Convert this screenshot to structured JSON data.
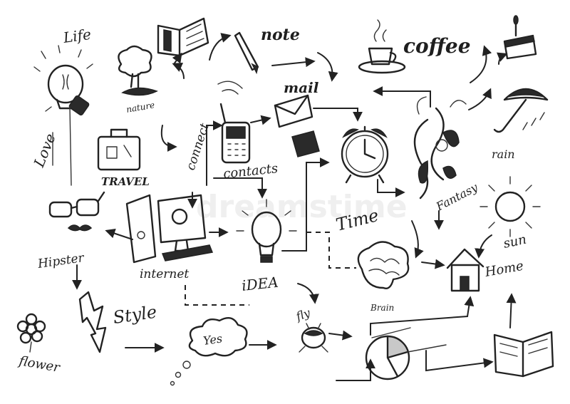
{
  "watermark": "dreamstime",
  "labels": {
    "life": "Life",
    "note": "note",
    "coffee": "coffee",
    "nature": "nature",
    "mail": "mail",
    "love": "Love",
    "travel": "TRAVEL",
    "connect": "connect",
    "contacts": "contacts",
    "rain": "rain",
    "fantasy": "Fantasy",
    "time": "Time",
    "sun": "sun",
    "hipster": "Hipster",
    "internet": "internet",
    "idea": "iDEA",
    "home": "Home",
    "brain": "Brain",
    "style": "Style",
    "flower": "flower",
    "yes": "Yes",
    "fly": "fly"
  }
}
